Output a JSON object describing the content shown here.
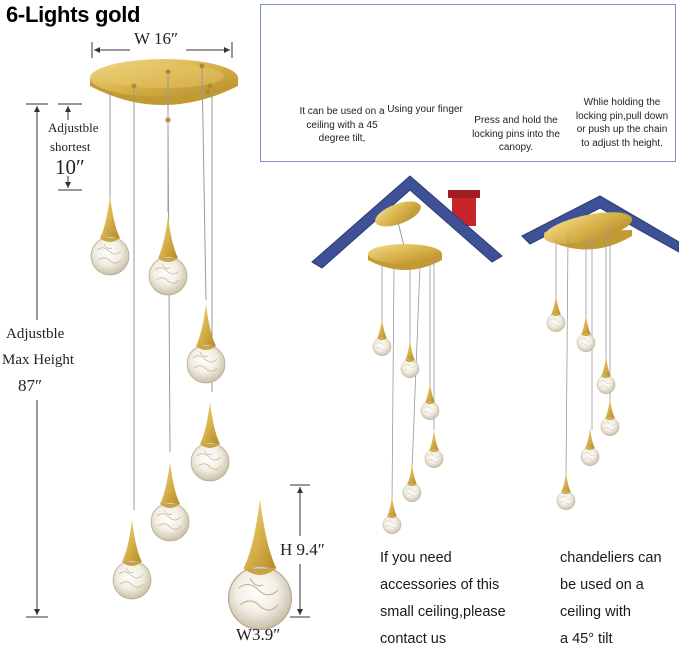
{
  "title": "6-Lights gold",
  "dimensions": {
    "width_top": "W 16″",
    "adjustable_shortest_line1": "Adjustble",
    "adjustable_shortest_line2": "shortest",
    "shortest_value": "10″",
    "max_line1": "Adjustble",
    "max_line2": "Max Height",
    "max_value": "87″",
    "pendant_height": "H 9.4″",
    "pendant_width": "W3.9″"
  },
  "instructions": {
    "step1": "It can be used on a ceiling with a 45 degree tilt,",
    "step2": "Using your finger",
    "step3": "Press and hold the locking pins into the canopy.",
    "step4": "Whlie holding the locking pin,pull down or push up the chain to adjust th height."
  },
  "notes": {
    "left_lines": [
      "If you need",
      "accessories of this",
      "small ceiling,please",
      "contact us"
    ],
    "right_lines": [
      "chandeliers can",
      "be used on a",
      "ceiling with",
      "a 45°  tilt"
    ]
  },
  "colors": {
    "gold": "#d8b24a",
    "roof": "#3f5196",
    "chimney": "#c8232b",
    "panel_border": "#7d93c4"
  }
}
